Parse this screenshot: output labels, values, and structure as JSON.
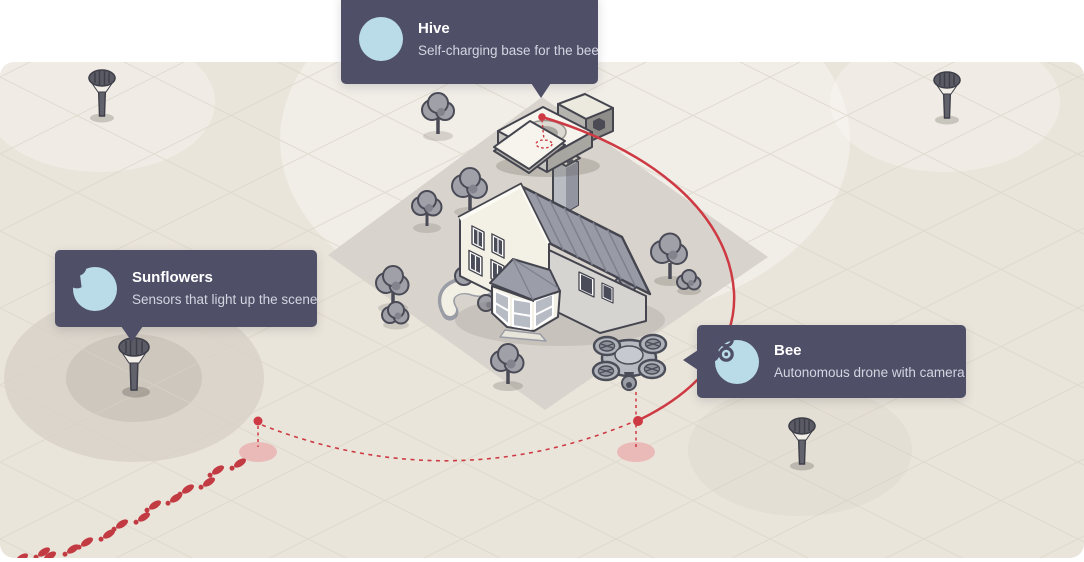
{
  "scene": {
    "name": "Home security system illustration with house, hive base, bee drone and sunflower sensors",
    "colors": {
      "ground": "#eae5db",
      "yard": "#d8d4cd",
      "accent_red": "#ce3a43",
      "footprint_red": "#c23b43",
      "pink_spot": "#e9b3b1",
      "tooltip_background": "#4f4f68",
      "icon_bubble": "#b9dce8",
      "subtitle_text": "#d3d5e0",
      "outline": "#45454f"
    }
  },
  "tooltips": {
    "hive": {
      "title": "Hive",
      "description": "Self-charging base for the bee",
      "icon": "house-icon"
    },
    "sunflowers": {
      "title": "Sunflowers",
      "description": "Sensors that light up the scene",
      "icon": "sunflower-icon"
    },
    "bee": {
      "title": "Bee",
      "description": "Autonomous drone with camera",
      "icon": "quadcopter-icon"
    }
  }
}
